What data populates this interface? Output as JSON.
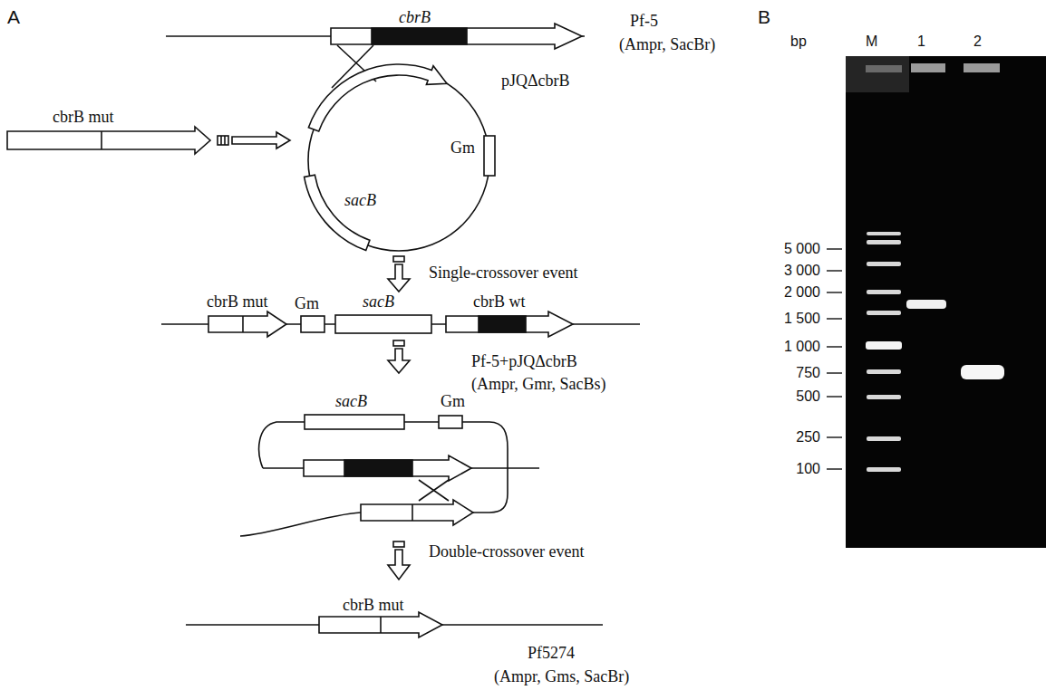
{
  "diagram": {
    "labels": [
      "A",
      "cbrB",
      "Pf-5",
      "(Ampr, SacBr)",
      "cbrB mut",
      "pJQΔcbrB",
      "Gm",
      "sacB",
      "Single-crossover event",
      "cbrB mut",
      "Gm",
      "sacB",
      "cbrB wt",
      "Pf-5+pJQΔcbrB",
      "(Ampr, Gmr, SacBs)",
      "sacB",
      "Gm",
      "Double-crossover event",
      "cbrB mut",
      "Pf5274",
      "(Ampr, Gms, SacBr)",
      "B",
      "bp",
      "M",
      "1",
      "2",
      "5 000",
      "3 000",
      "2 000",
      "1 500",
      "1 000",
      "750",
      "500",
      "250",
      "100"
    ]
  }
}
